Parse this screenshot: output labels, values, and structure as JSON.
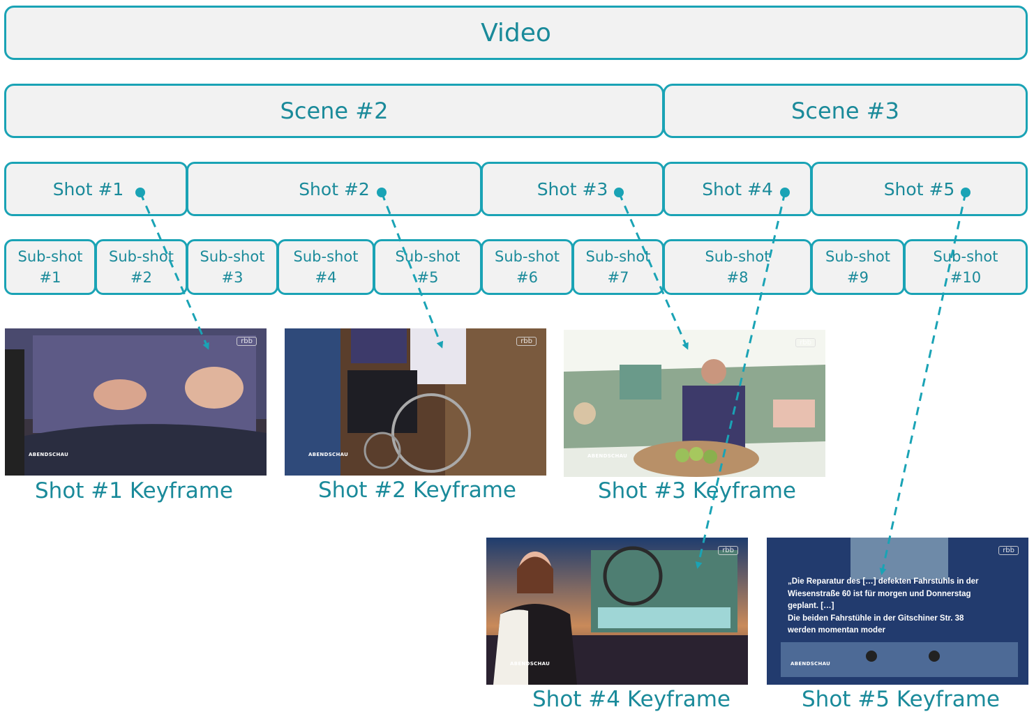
{
  "video": {
    "label": "Video"
  },
  "scenes": [
    {
      "label": "Scene #2"
    },
    {
      "label": "Scene #3"
    }
  ],
  "shots": [
    {
      "label": "Shot #1"
    },
    {
      "label": "Shot #2"
    },
    {
      "label": "Shot #3"
    },
    {
      "label": "Shot #4"
    },
    {
      "label": "Shot #5"
    }
  ],
  "subshots": [
    {
      "line1": "Sub-shot",
      "line2": "#1"
    },
    {
      "line1": "Sub-shot",
      "line2": "#2"
    },
    {
      "line1": "Sub-shot",
      "line2": "#3"
    },
    {
      "line1": "Sub-shot",
      "line2": "#4"
    },
    {
      "line1": "Sub-shot",
      "line2": "#5"
    },
    {
      "line1": "Sub-shot",
      "line2": "#6"
    },
    {
      "line1": "Sub-shot",
      "line2": "#7"
    },
    {
      "line1": "Sub-shot",
      "line2": "#8"
    },
    {
      "line1": "Sub-shot",
      "line2": "#9"
    },
    {
      "line1": "Sub-shot",
      "line2": "#10"
    }
  ],
  "keyframes": [
    {
      "caption": "Shot #1 Keyframe"
    },
    {
      "caption": "Shot #2 Keyframe"
    },
    {
      "caption": "Shot #3 Keyframe"
    },
    {
      "caption": "Shot #4 Keyframe"
    },
    {
      "caption": "Shot #5 Keyframe"
    }
  ],
  "logos": {
    "channel": "rbb",
    "program": "ABENDSCHAU"
  },
  "shot5_subtitle": {
    "line1": "„Die Reparatur des […] defekten Fahrstuhls in der",
    "line2": "Wiesenstraße 60 ist für morgen und Donnerstag",
    "line3": "geplant.  […]",
    "line4": "Die beiden Fahrstühle in der Gitschiner Str. 38",
    "line5": "werden momentan moder"
  },
  "colors": {
    "accent": "#1aa3b5",
    "text": "#1a8a9a",
    "box_fill": "#f2f2f2"
  }
}
